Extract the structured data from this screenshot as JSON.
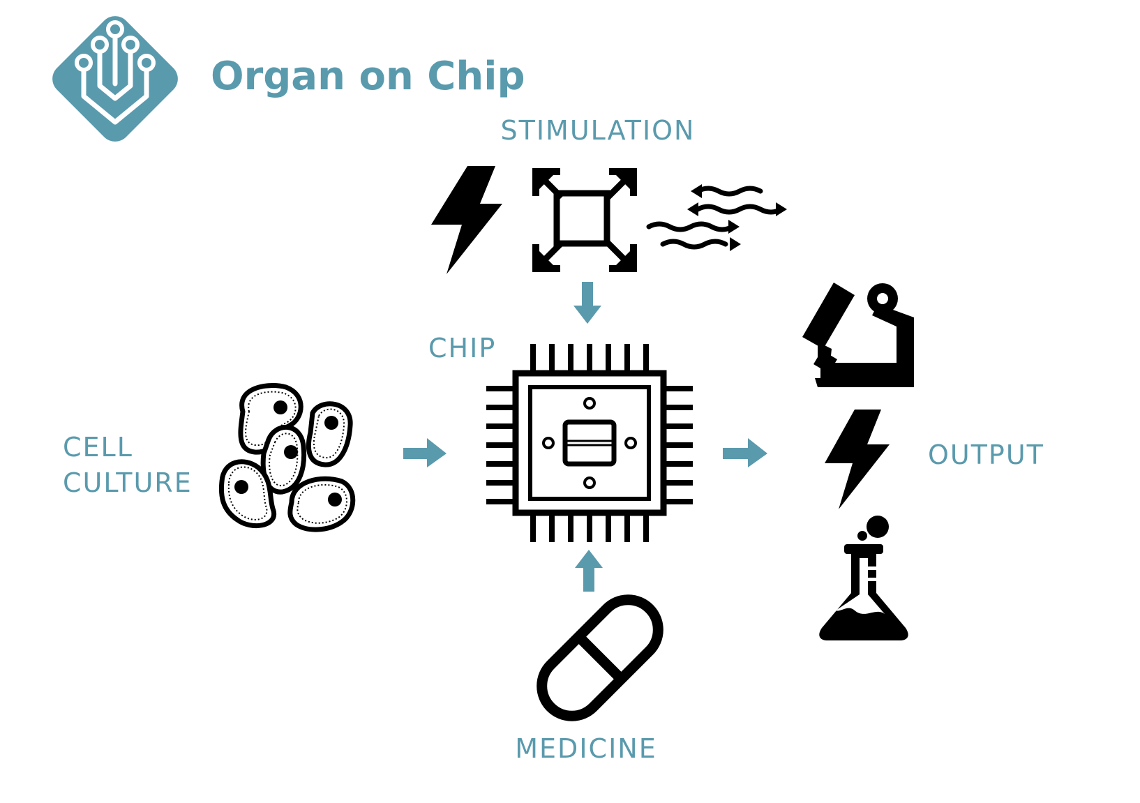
{
  "title": "Organ on Chip",
  "labels": {
    "stimulation": "STIMULATION",
    "chip": "CHIP",
    "cell_line1": "CELL",
    "cell_line2": "CULTURE",
    "output": "OUTPUT",
    "medicine": "MEDICINE"
  },
  "colors": {
    "accent": "#5a9aad",
    "icon": "#000000",
    "background": "#ffffff"
  },
  "icons": {
    "logo": "circuit-diamond-logo-icon",
    "stimulation": [
      "lightning-bolt-icon",
      "stretch-arrows-icon",
      "flow-waves-icon"
    ],
    "input": "cells-icon",
    "center": "chip-icon",
    "medicine": "pill-capsule-icon",
    "output": [
      "microscope-icon",
      "lightning-bolt-icon",
      "flask-icon"
    ],
    "arrows": [
      "arrow-down-icon",
      "arrow-right-icon",
      "arrow-right-icon",
      "arrow-up-icon"
    ]
  }
}
